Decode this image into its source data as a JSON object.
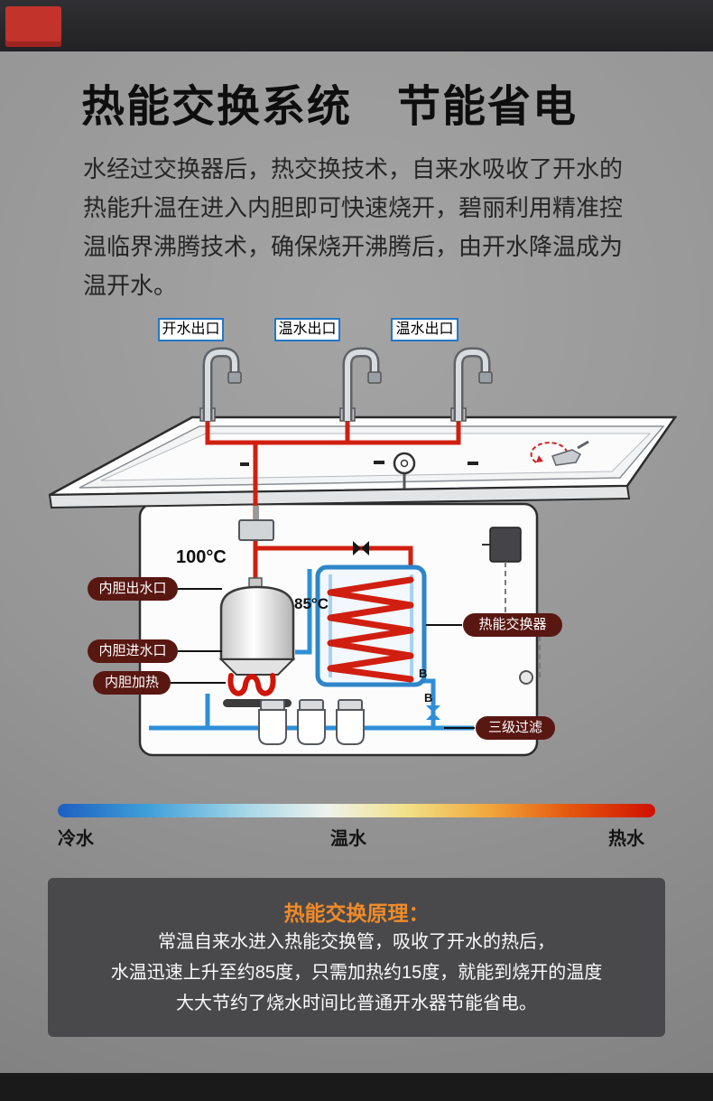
{
  "header": {
    "title": "热能交换系统　节能省电"
  },
  "intro": {
    "lines": [
      "水经过交换器后，热交换技术，自来水吸收了开水的",
      "热能升温在进入内胆即可快速烧开，碧丽利用精准控",
      "温临界沸腾技术，确保烧开沸腾后，由开水降温成为",
      "温开水。"
    ]
  },
  "diagram": {
    "outlets": [
      {
        "label": "开水出口"
      },
      {
        "label": "温水出口"
      },
      {
        "label": "温水出口"
      }
    ],
    "temps": {
      "boil": "100°C",
      "warm": "85°C"
    },
    "pills": {
      "tank_outlet": "内胆出水口",
      "tank_inlet": "内胆进水口",
      "tank_heater": "内胆加热",
      "heat_exchanger": "热能交换器",
      "filter": "三级过滤"
    },
    "markers": {
      "b1": "B",
      "b2": "B"
    }
  },
  "temperature_bar": {
    "labels": {
      "cold": "冷水",
      "warm": "温水",
      "hot": "热水"
    }
  },
  "principle": {
    "title": "热能交换原理：",
    "lines": [
      "常温自来水进入热能交换管，吸收了开水的热后，",
      "水温迅速上升至约85度，只需加热约15度，就能到烧开的温度",
      "大大节约了烧水时间比普通开水器节能省电。"
    ]
  },
  "colors": {
    "hot_pipe": "#d01f10",
    "cold_pipe": "#2e8fd8",
    "pill_bg": "#591712",
    "outlet_border": "#2277c8",
    "accent_orange": "#f08a28"
  }
}
